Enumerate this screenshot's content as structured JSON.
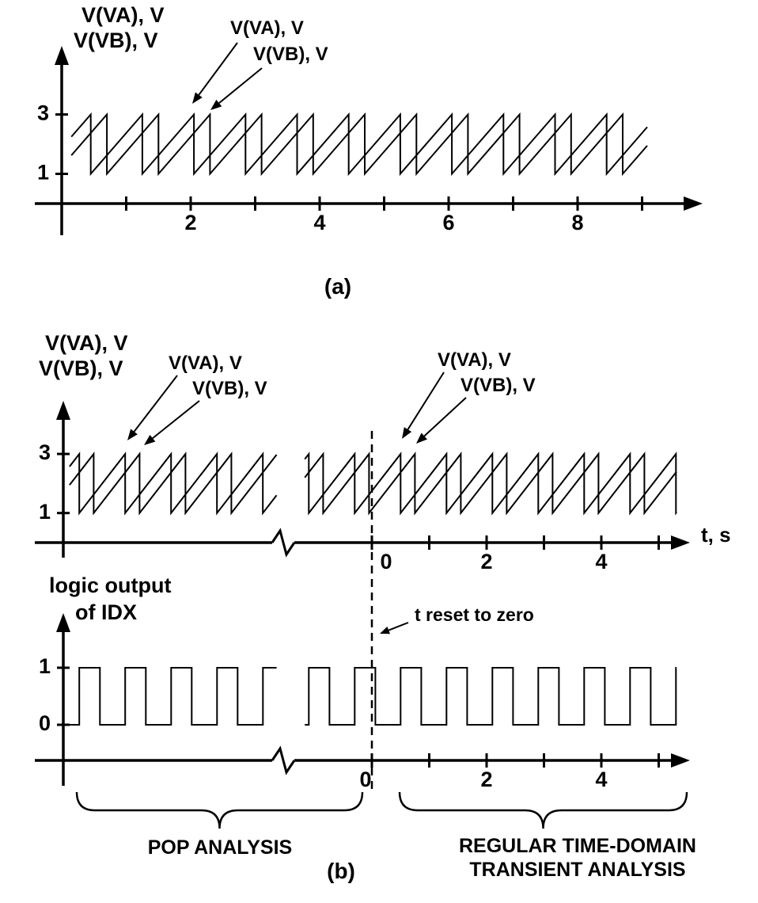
{
  "figure": {
    "background": "#ffffff",
    "ink": "#000000"
  },
  "panel_a": {
    "y_axis_label_line1": "V(VA), V",
    "y_axis_label_line2": "V(VB), V",
    "callout_va": "V(VA), V",
    "callout_vb": "V(VB), V",
    "caption": "(a)"
  },
  "panel_b": {
    "voltage_plot": {
      "y_axis_label_line1": "V(VA), V",
      "y_axis_label_line2": "V(VB), V",
      "callout_va_left": "V(VA), V",
      "callout_vb_left": "V(VB), V",
      "callout_va_right": "V(VA), V",
      "callout_vb_right": "V(VB), V",
      "x_axis_label": "t, s"
    },
    "logic_plot": {
      "y_axis_label_line1": "logic output",
      "y_axis_label_line2": "of IDX"
    },
    "reset_annotation": "t reset to zero",
    "region_left_label": "POP ANALYSIS",
    "region_right_label_line1": "REGULAR TIME-DOMAIN",
    "region_right_label_line2": "TRANSIENT ANALYSIS",
    "caption": "(b)"
  },
  "chart_data": [
    {
      "id": "a",
      "type": "line",
      "title": "",
      "xlabel": "",
      "ylabel": "V(VA), V / V(VB), V",
      "xlim": [
        0,
        10
      ],
      "ylim": [
        0,
        4
      ],
      "grid": false,
      "x_ticks": [
        1,
        2,
        3,
        4,
        5,
        6,
        7,
        8,
        9
      ],
      "x_tick_labels": [
        "",
        "2",
        "",
        "4",
        "",
        "6",
        "",
        "8",
        ""
      ],
      "y_ticks": [
        1,
        3
      ],
      "y_tick_labels": [
        "1",
        "3"
      ],
      "segments": [
        [
          0.15,
          9.08
        ]
      ],
      "series": [
        {
          "name": "V(VA), V",
          "waveform": "sawtooth",
          "min": 1,
          "max": 3,
          "period": 0.8,
          "reset_phase": 0.45
        },
        {
          "name": "V(VB), V",
          "waveform": "sawtooth",
          "min": 1,
          "max": 3,
          "period": 0.8,
          "reset_phase": 0.7
        }
      ]
    },
    {
      "id": "b_voltage",
      "type": "line",
      "title": "",
      "xlabel": "t, s",
      "ylabel": "V(VA), V / V(VB), V",
      "xlim": [
        -5.8,
        5.5
      ],
      "ylim": [
        0,
        4
      ],
      "grid": false,
      "x_ticks": [
        0,
        1,
        2,
        3,
        4,
        5
      ],
      "x_tick_labels": [
        "0",
        "",
        "2",
        "",
        "4",
        ""
      ],
      "y_ticks": [
        1,
        3
      ],
      "y_tick_labels": [
        "1",
        "3"
      ],
      "axis_break_before_t": 0,
      "time_reset_at_t": 0,
      "segments": [
        [
          -5.27,
          -1.66
        ],
        [
          -1.17,
          5.31
        ]
      ],
      "series": [
        {
          "name": "V(VA), V",
          "waveform": "sawtooth",
          "min": 1,
          "max": 3,
          "period": 0.8,
          "reset_phase": 0.5
        },
        {
          "name": "V(VB), V",
          "waveform": "sawtooth",
          "min": 1,
          "max": 3,
          "period": 0.8,
          "reset_phase": 0.75
        }
      ]
    },
    {
      "id": "b_logic",
      "type": "line",
      "title": "",
      "xlabel": "",
      "ylabel": "logic output of IDX",
      "xlim": [
        -5.8,
        5.5
      ],
      "ylim": [
        -0.5,
        1.6
      ],
      "grid": false,
      "x_ticks": [
        0,
        1,
        2,
        3,
        4,
        5
      ],
      "x_tick_labels": [
        "0",
        "",
        "2",
        "",
        "4",
        ""
      ],
      "y_ticks": [
        0,
        1
      ],
      "y_tick_labels": [
        "0",
        "1"
      ],
      "axis_break_before_t": 0,
      "segments": [
        [
          -5.27,
          -1.66
        ],
        [
          -1.17,
          5.31
        ]
      ],
      "series": [
        {
          "name": "logic output of IDX",
          "waveform": "square",
          "low": 0,
          "high": 1,
          "period": 0.8,
          "duty": 0.45,
          "rise_phase": 0.5
        }
      ]
    }
  ]
}
